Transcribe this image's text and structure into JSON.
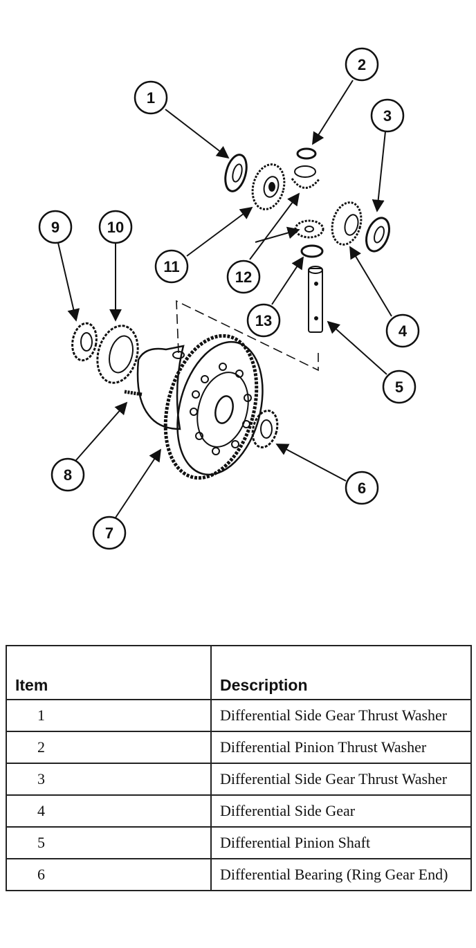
{
  "callouts": [
    "1",
    "2",
    "3",
    "4",
    "5",
    "6",
    "7",
    "8",
    "9",
    "10",
    "11",
    "12",
    "13"
  ],
  "table": {
    "headers": [
      "Item",
      "Description"
    ],
    "rows": [
      {
        "item": "1",
        "description": "Differential Side Gear Thrust Washer"
      },
      {
        "item": "2",
        "description": "Differential Pinion Thrust Washer"
      },
      {
        "item": "3",
        "description": "Differential Side Gear Thrust Washer"
      },
      {
        "item": "4",
        "description": "Differential Side Gear"
      },
      {
        "item": "5",
        "description": "Differential Pinion Shaft"
      },
      {
        "item": "6",
        "description": "Differential Bearing (Ring Gear End)"
      }
    ]
  }
}
